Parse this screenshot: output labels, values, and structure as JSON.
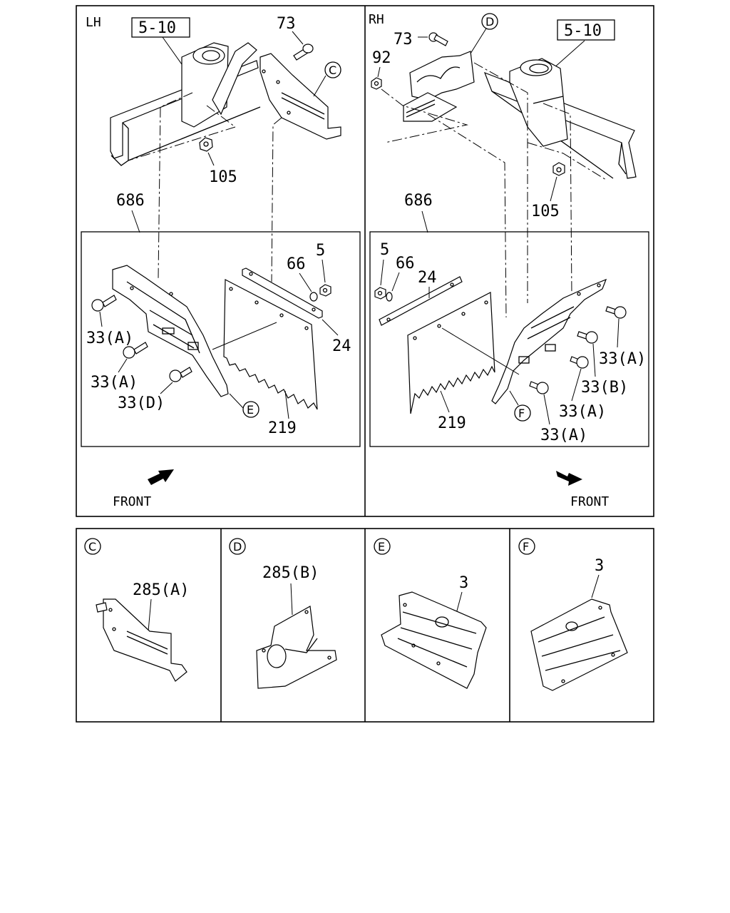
{
  "lh_panel": {
    "side_label": "LH",
    "ref_box": "5-10",
    "front_label": "FRONT",
    "group_label": "686",
    "callouts": {
      "bolt_top": "73",
      "nut_frame": "105",
      "detail_ref": "C",
      "washer": "66",
      "nut_small": "5",
      "strip": "24",
      "bolt_a1": "33(A)",
      "bolt_a2": "33(A)",
      "bolt_d": "33(D)",
      "bracket_ref": "E",
      "flap": "219"
    }
  },
  "rh_panel": {
    "side_label": "RH",
    "ref_box": "5-10",
    "front_label": "FRONT",
    "group_label": "686",
    "callouts": {
      "bolt_top": "73",
      "nut_top": "92",
      "detail_ref": "D",
      "nut_frame": "105",
      "nut_small": "5",
      "washer": "66",
      "strip": "24",
      "bolt_a1": "33(A)",
      "bolt_b": "33(B)",
      "bolt_a2": "33(A)",
      "bolt_a3": "33(A)",
      "bracket_ref": "F",
      "flap": "219"
    }
  },
  "details": [
    {
      "ref": "C",
      "part": "285(A)"
    },
    {
      "ref": "D",
      "part": "285(B)"
    },
    {
      "ref": "E",
      "part": "3"
    },
    {
      "ref": "F",
      "part": "3"
    }
  ],
  "icons": [
    "front-arrow-icon",
    "circled-letter-icon"
  ]
}
